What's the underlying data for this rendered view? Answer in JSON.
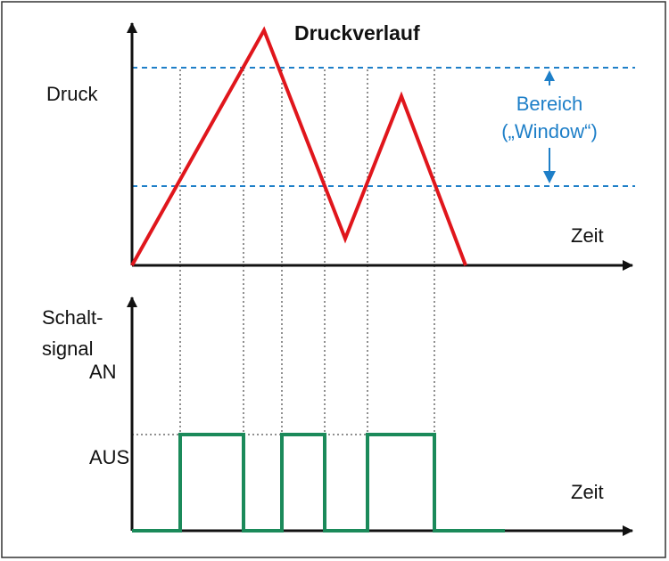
{
  "diagram": {
    "title": "Druckverlauf",
    "top_ylabel": "Druck",
    "top_xlabel": "Zeit",
    "window_label_line1": "Bereich",
    "window_label_line2": "(„Window“)",
    "bottom_ylabel_line1": "Schalt-",
    "bottom_ylabel_line2": "signal",
    "level_on": "AN",
    "level_off": "AUS",
    "bottom_xlabel": "Zeit"
  },
  "colors": {
    "pressure": "#e0161c",
    "switch_signal": "#1b8a5a",
    "window_lines": "#1e7fc8",
    "axes": "#111111",
    "guides": "#222222",
    "frame": "#333333"
  }
}
